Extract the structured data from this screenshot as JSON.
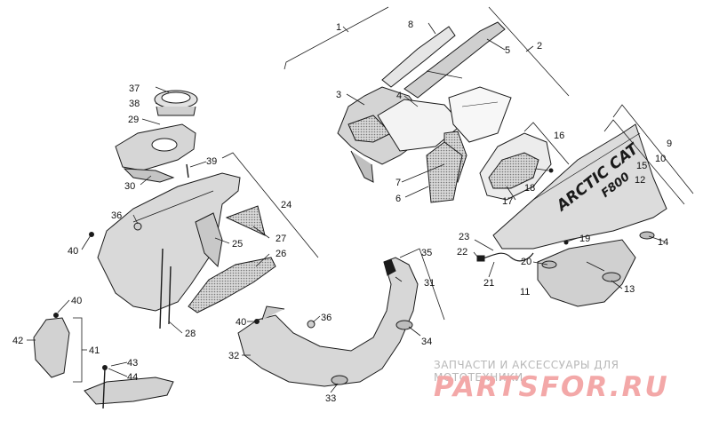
{
  "labels": {
    "n1": "1",
    "n2": "2",
    "n3": "3",
    "n4": "4",
    "n5": "5",
    "n6": "6",
    "n7": "7",
    "n8": "8",
    "n9": "9",
    "n10": "10",
    "n11": "11",
    "n12": "12",
    "n13": "13",
    "n14": "14",
    "n15": "15",
    "n16": "16",
    "n17": "17",
    "n18": "18",
    "n19": "19",
    "n20": "20",
    "n21": "21",
    "n22": "22",
    "n23": "23",
    "n24": "24",
    "n25": "25",
    "n26": "26",
    "n27": "27",
    "n28": "28",
    "n29": "29",
    "n30": "30",
    "n31": "31",
    "n32": "32",
    "n33": "33",
    "n34": "34",
    "n35": "35",
    "n36a": "36",
    "n36b": "36",
    "n37": "37",
    "n38": "38",
    "n39": "39",
    "n40a": "40",
    "n40b": "40",
    "n40c": "40",
    "n41": "41",
    "n42": "42",
    "n43": "43",
    "n44": "44"
  },
  "panel_text": {
    "brand": "ARCTIC CAT",
    "model": "F800"
  },
  "watermark": {
    "tagline": "ЗАПЧАСТИ И АКСЕССУАРЫ ДЛЯ МОТОТЕХНИКИ",
    "logo": "PARTSFOR.RU"
  },
  "colors": {
    "line": "#1a1a1a",
    "part_shade": "#c8c8c8",
    "mesh": "#9a9a9a",
    "watermark_text": "#b8b8b8",
    "watermark_logo": "#f3a8a8"
  }
}
